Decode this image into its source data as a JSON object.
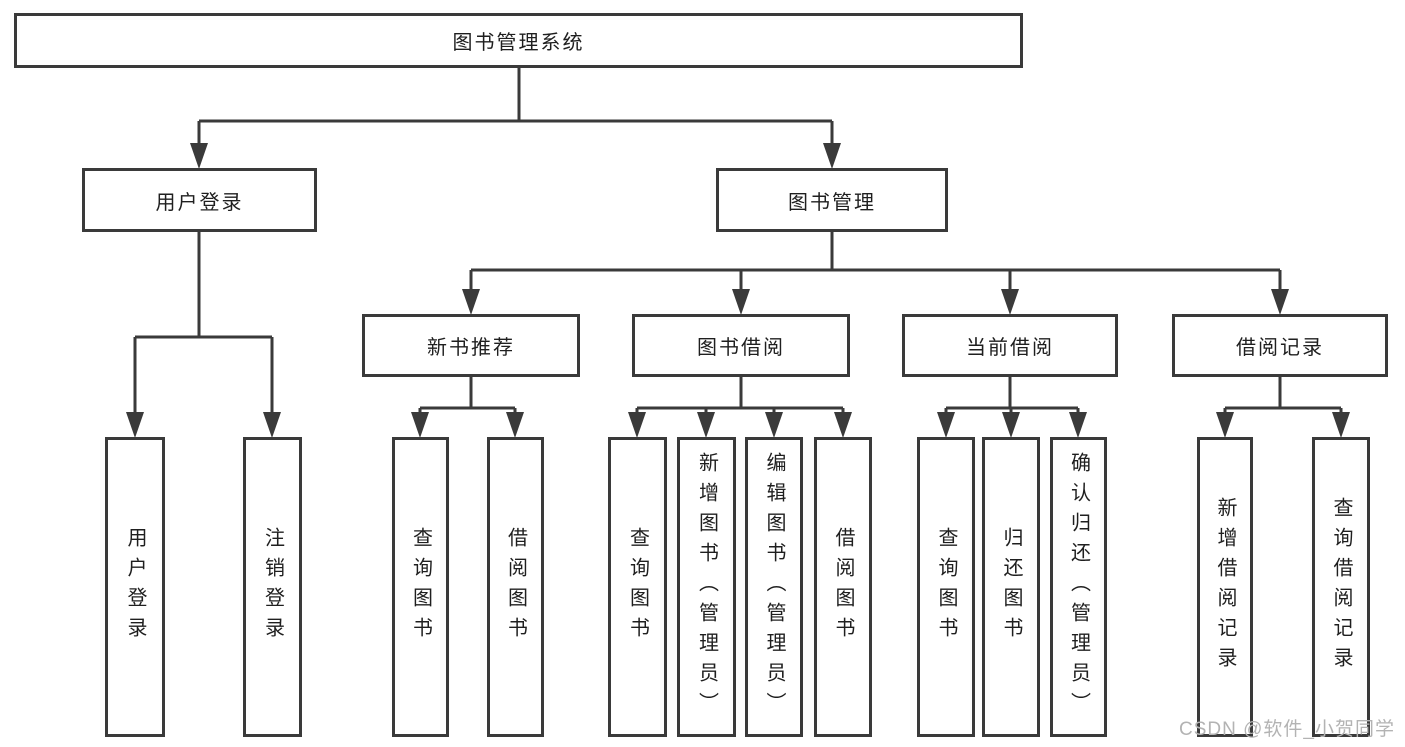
{
  "diagram_type": "functional-structure-tree",
  "watermark": "CSDN @软件_小贺同学",
  "colors": {
    "background": "#ffffff",
    "box_border": "#3a3a3a",
    "box_fill": "#ffffff",
    "line": "#3a3a3a",
    "text": "#1f1f1f",
    "watermark": "#b3b3b3"
  },
  "tree": {
    "root": {
      "label": "图书管理系统",
      "children": [
        {
          "label": "用户登录",
          "children": [
            {
              "label": "用户登录"
            },
            {
              "label": "注销登录"
            }
          ]
        },
        {
          "label": "图书管理",
          "children": [
            {
              "label": "新书推荐",
              "children": [
                {
                  "label": "查询图书"
                },
                {
                  "label": "借阅图书"
                }
              ]
            },
            {
              "label": "图书借阅",
              "children": [
                {
                  "label": "查询图书"
                },
                {
                  "label": "新增图书（管理员）"
                },
                {
                  "label": "编辑图书（管理员）"
                },
                {
                  "label": "借阅图书"
                }
              ]
            },
            {
              "label": "当前借阅",
              "children": [
                {
                  "label": "查询图书"
                },
                {
                  "label": "归还图书"
                },
                {
                  "label": "确认归还（管理员）"
                }
              ]
            },
            {
              "label": "借阅记录",
              "children": [
                {
                  "label": "新增借阅记录"
                },
                {
                  "label": "查询借阅记录"
                }
              ]
            }
          ]
        }
      ]
    }
  }
}
